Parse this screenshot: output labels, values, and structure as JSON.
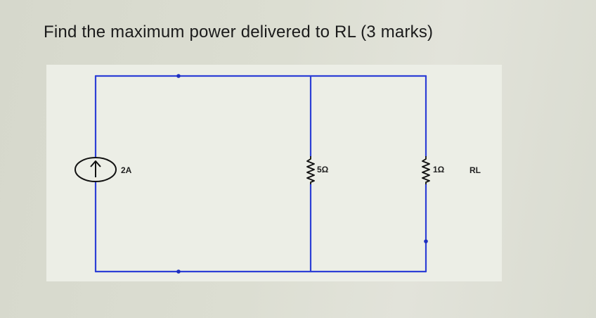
{
  "question": {
    "text": "Find the maximum power delivered to RL (3 marks)"
  },
  "circuit": {
    "source": {
      "label": "2A",
      "type": "current-source",
      "direction": "up"
    },
    "resistors": [
      {
        "id": "R1",
        "label": "5Ω"
      },
      {
        "id": "R2",
        "label": "1Ω",
        "load_label": "RL"
      }
    ],
    "colors": {
      "wire": "#2d3fd6",
      "node": "#1e2fbf",
      "component": "#111111"
    }
  }
}
